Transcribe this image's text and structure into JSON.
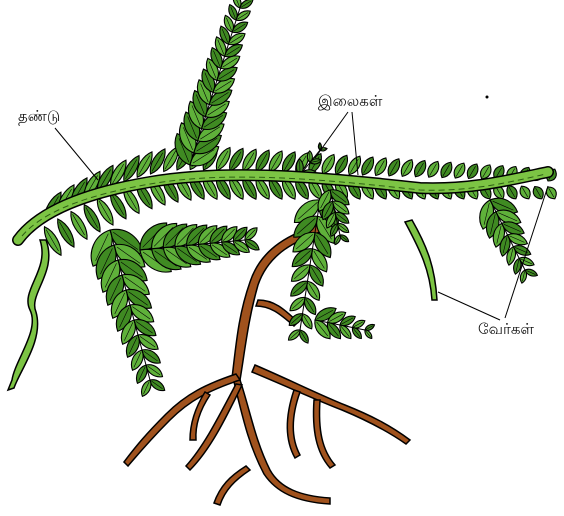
{
  "labels": {
    "stem": "தண்டு",
    "leaves": "இலைகள்",
    "roots": "வேர்கள்"
  },
  "colors": {
    "leaf_fill": "#5fb13a",
    "leaf_dark": "#3f8a22",
    "stem_fill": "#7cc444",
    "outline": "#000000",
    "root_fill": "#a0521d"
  }
}
